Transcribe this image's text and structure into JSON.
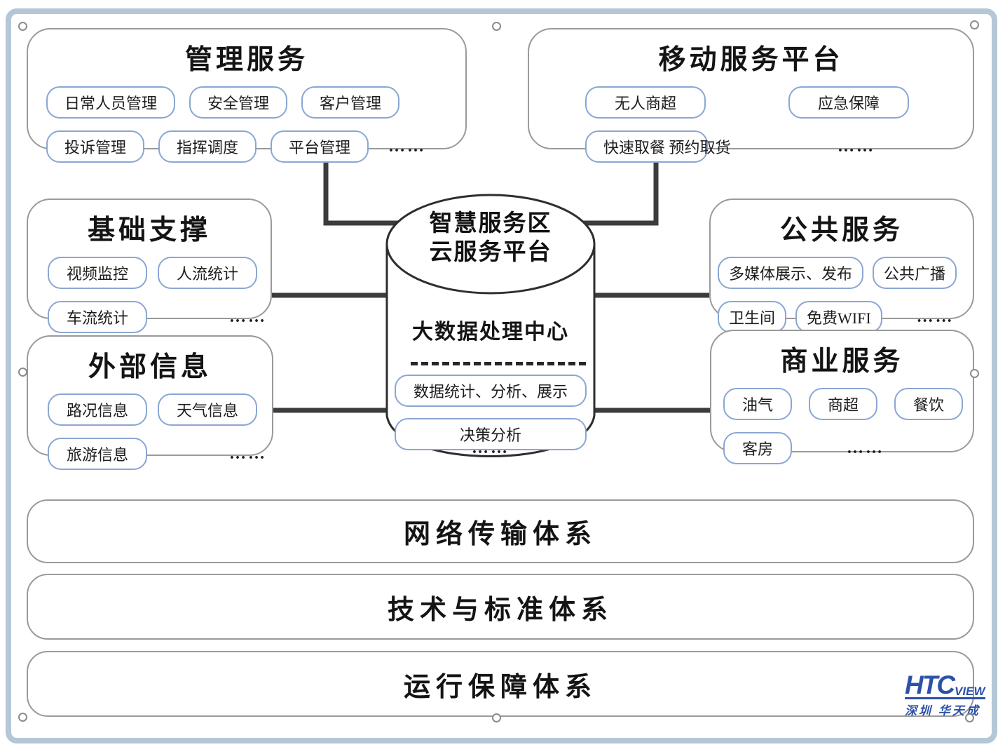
{
  "diagram": {
    "center": {
      "title": "智慧服务区\n云服务平台",
      "subtitle": "大数据处理中心",
      "pills": [
        "数据统计、分析、展示",
        "决策分析"
      ],
      "more": "……"
    },
    "boxes": {
      "management": {
        "title": "管理服务",
        "rows": [
          [
            "日常人员管理",
            "安全管理",
            "客户管理"
          ],
          [
            "投诉管理",
            "指挥调度",
            "平台管理",
            "……"
          ]
        ]
      },
      "mobile": {
        "title": "移动服务平台",
        "rows": [
          [
            "无人商超",
            "应急保障"
          ],
          [
            "快速取餐 预约取货",
            "……"
          ]
        ]
      },
      "basic": {
        "title": "基础支撑",
        "rows": [
          [
            "视频监控",
            "人流统计"
          ],
          [
            "车流统计",
            "……"
          ]
        ]
      },
      "external": {
        "title": "外部信息",
        "rows": [
          [
            "路况信息",
            "天气信息"
          ],
          [
            "旅游信息",
            "……"
          ]
        ]
      },
      "public": {
        "title": "公共服务",
        "rows": [
          [
            "多媒体展示、发布",
            "公共广播"
          ],
          [
            "卫生间",
            "免费WIFI",
            "……"
          ]
        ]
      },
      "business": {
        "title": "商业服务",
        "rows": [
          [
            "油气",
            "商超",
            "餐饮"
          ],
          [
            "客房",
            "……"
          ]
        ]
      }
    },
    "bars": [
      "网络传输体系",
      "技术与标准体系",
      "运行保障体系"
    ]
  },
  "logo": {
    "brand": "HTC",
    "brand_suffix": "VIEW",
    "subtitle": "深圳 华天成"
  },
  "colors": {
    "pill_border": "#8aa6d4",
    "box_border": "#9a9a9a",
    "connector": "#3c3c3c",
    "frame": "#b5c7d6",
    "logo_blue": "#2b51a8"
  }
}
